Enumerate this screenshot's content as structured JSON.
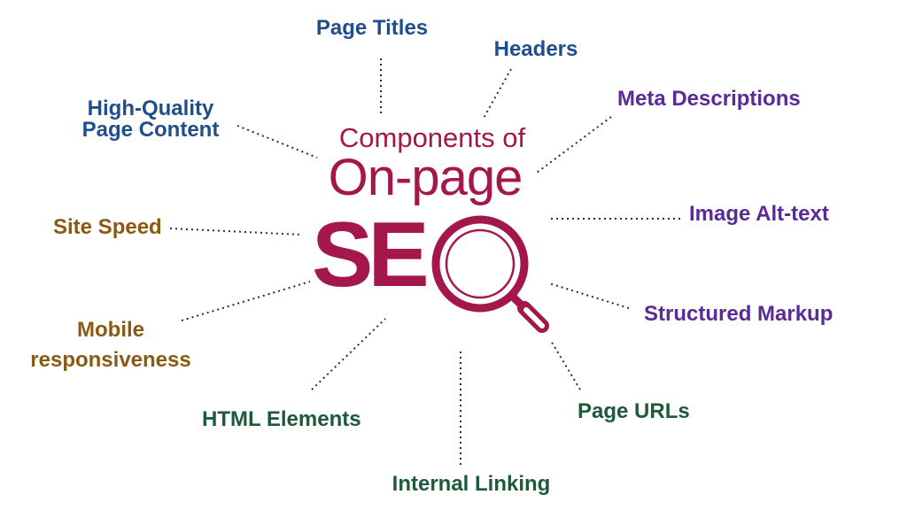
{
  "colors": {
    "center": "#a3174a",
    "blue": "#1f4e8c",
    "purple": "#5a2a96",
    "brown": "#8a5a12",
    "green": "#1c5a3a",
    "connector": "#2b2b2b"
  },
  "center": {
    "title_line1": "Components of",
    "title_line2": "On-page",
    "title_line3": "SE",
    "magnifier_icon": "magnifying-glass-icon"
  },
  "nodes": {
    "page_titles": {
      "label": "Page Titles"
    },
    "headers": {
      "label": "Headers"
    },
    "meta_descriptions": {
      "label": "Meta Descriptions"
    },
    "image_alt_text": {
      "label": "Image Alt-text"
    },
    "structured_markup": {
      "label": "Structured Markup"
    },
    "page_urls": {
      "label": "Page URLs"
    },
    "internal_linking": {
      "label": "Internal Linking"
    },
    "html_elements": {
      "label": "HTML Elements"
    },
    "mobile_responsiveness": {
      "line1": "Mobile",
      "line2": "responsiveness"
    },
    "site_speed": {
      "label": "Site Speed"
    },
    "high_quality_content": {
      "line1": "High-Quality",
      "line2": "Page Content"
    }
  }
}
